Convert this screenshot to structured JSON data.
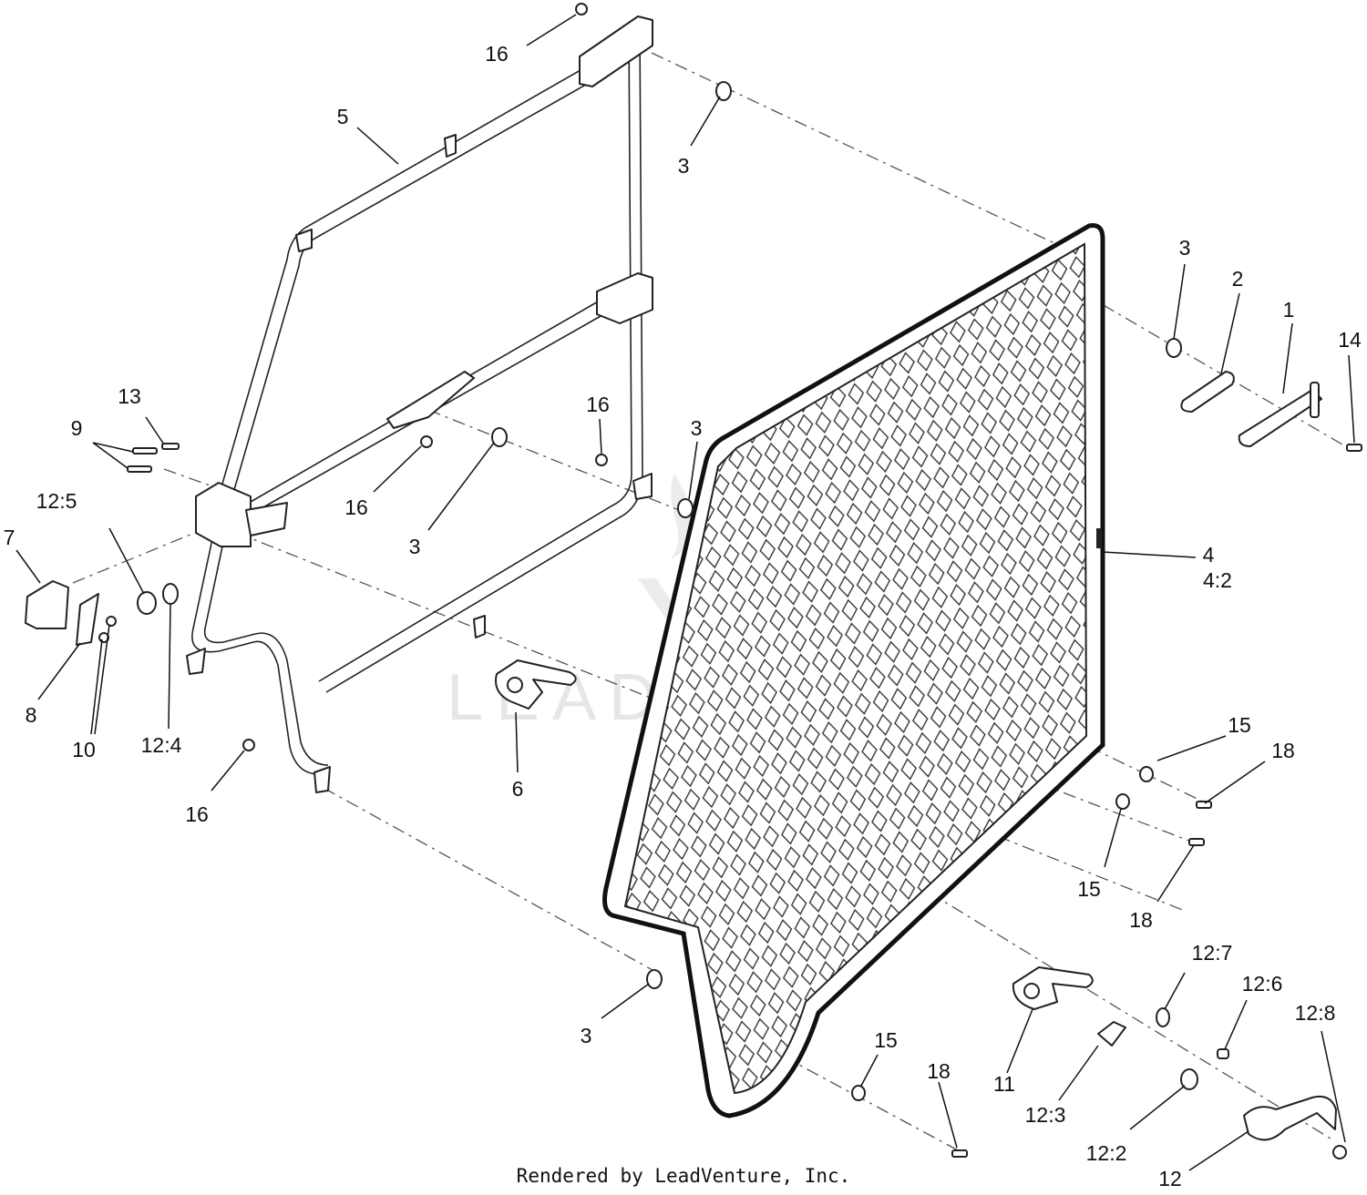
{
  "callouts": [
    {
      "id": "c-1",
      "text": "1"
    },
    {
      "id": "c-2",
      "text": "2"
    },
    {
      "id": "c-3a",
      "text": "3"
    },
    {
      "id": "c-3b",
      "text": "3"
    },
    {
      "id": "c-3c",
      "text": "3"
    },
    {
      "id": "c-3d",
      "text": "3"
    },
    {
      "id": "c-3e",
      "text": "3"
    },
    {
      "id": "c-4",
      "text": "4"
    },
    {
      "id": "c-4-2",
      "text": "4:2"
    },
    {
      "id": "c-5",
      "text": "5"
    },
    {
      "id": "c-6",
      "text": "6"
    },
    {
      "id": "c-7",
      "text": "7"
    },
    {
      "id": "c-8",
      "text": "8"
    },
    {
      "id": "c-9",
      "text": "9"
    },
    {
      "id": "c-10",
      "text": "10"
    },
    {
      "id": "c-11",
      "text": "11"
    },
    {
      "id": "c-12",
      "text": "12"
    },
    {
      "id": "c-12-2",
      "text": "12:2"
    },
    {
      "id": "c-12-3",
      "text": "12:3"
    },
    {
      "id": "c-12-4",
      "text": "12:4"
    },
    {
      "id": "c-12-5",
      "text": "12:5"
    },
    {
      "id": "c-12-6",
      "text": "12:6"
    },
    {
      "id": "c-12-7",
      "text": "12:7"
    },
    {
      "id": "c-12-8",
      "text": "12:8"
    },
    {
      "id": "c-13",
      "text": "13"
    },
    {
      "id": "c-14",
      "text": "14"
    },
    {
      "id": "c-15a",
      "text": "15"
    },
    {
      "id": "c-15b",
      "text": "15"
    },
    {
      "id": "c-15c",
      "text": "15"
    },
    {
      "id": "c-16a",
      "text": "16"
    },
    {
      "id": "c-16b",
      "text": "16"
    },
    {
      "id": "c-16c",
      "text": "16"
    },
    {
      "id": "c-16d",
      "text": "16"
    },
    {
      "id": "c-18a",
      "text": "18"
    },
    {
      "id": "c-18b",
      "text": "18"
    },
    {
      "id": "c-18c",
      "text": "18"
    }
  ],
  "footer": {
    "credit": "Rendered by LeadVenture, Inc."
  },
  "watermark": {
    "text": "LEADVENTURE"
  }
}
